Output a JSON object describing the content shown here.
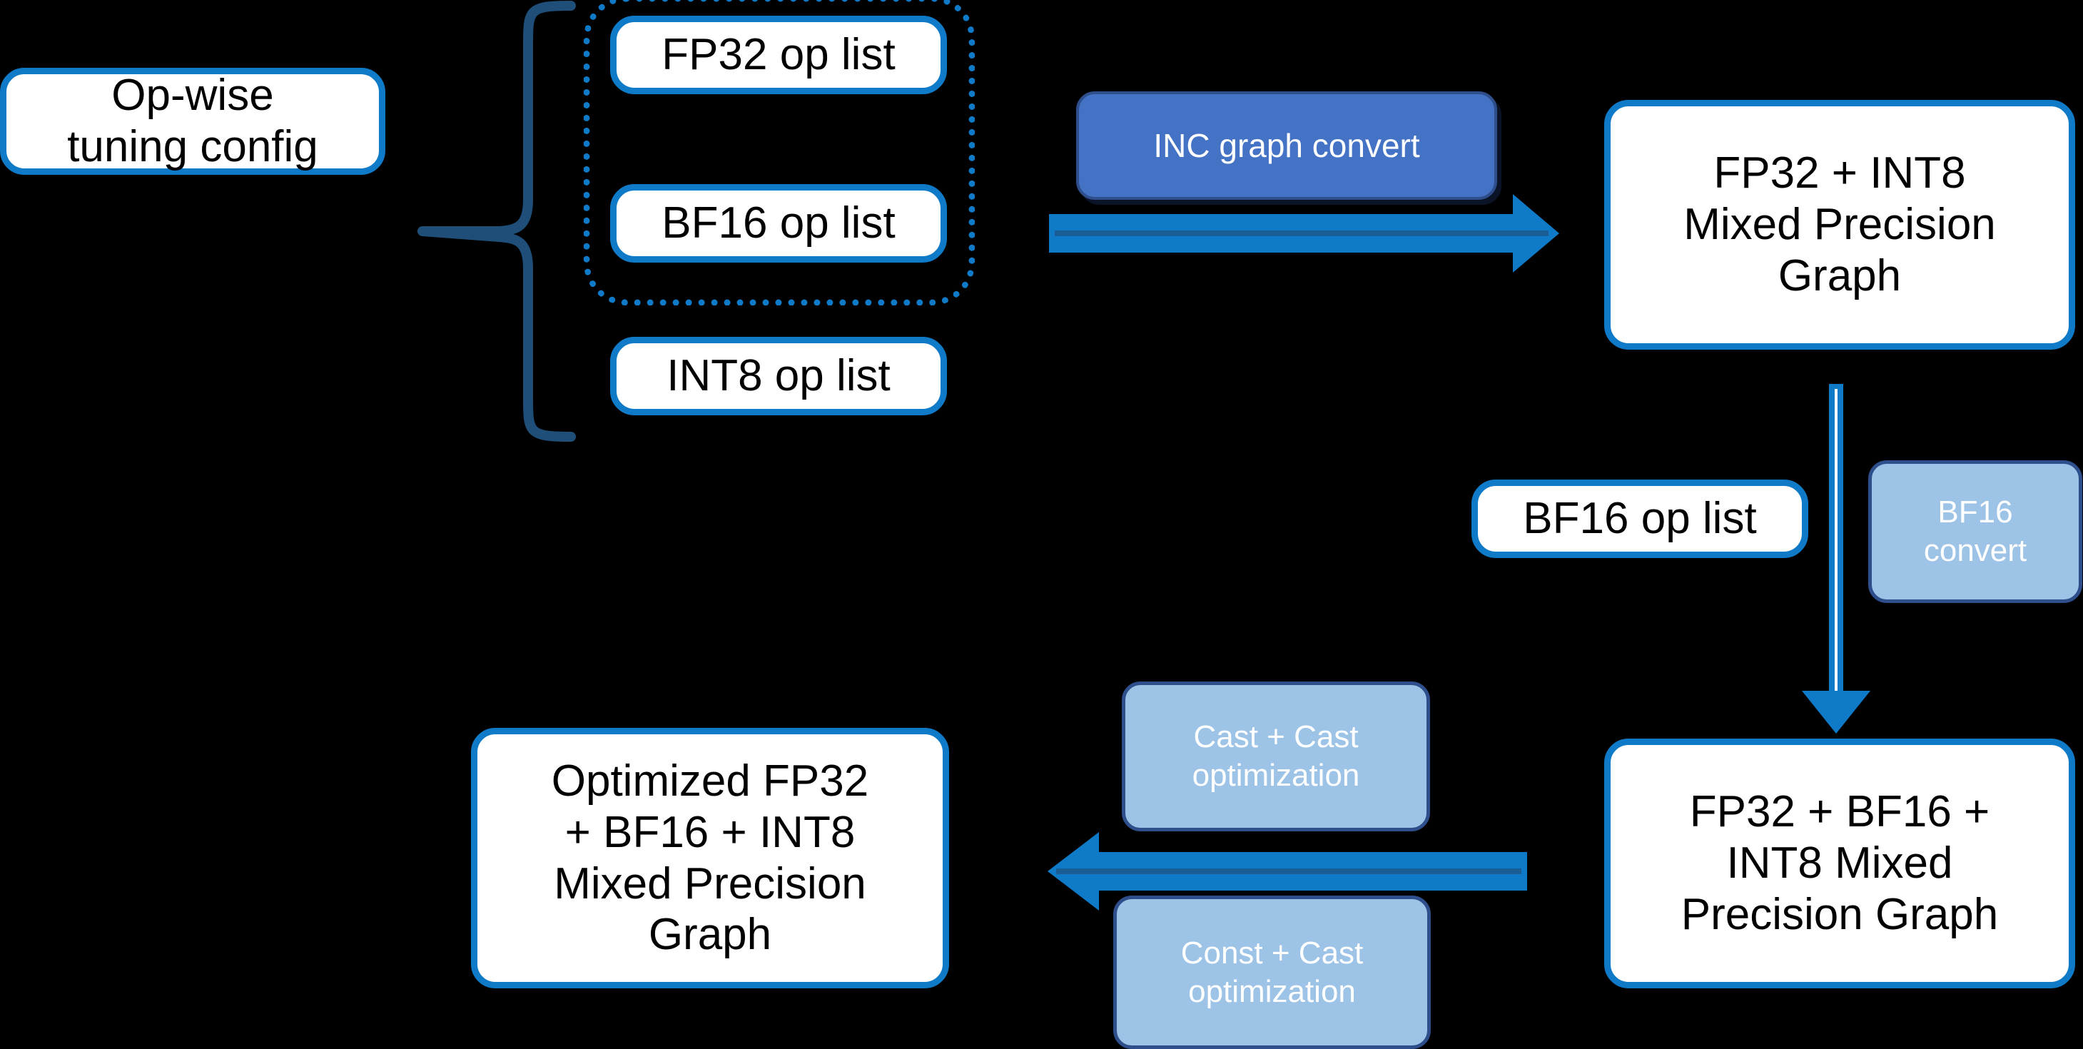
{
  "diagram": {
    "title": "INC mixed precision graph conversion flow",
    "colors": {
      "background": "#000000",
      "node_border": "#0F7AC7",
      "node_fill": "#FFFFFF",
      "chip_dark_fill": "#4472C4",
      "chip_light_fill": "#9DC3E6",
      "chip_border": "#2E4E8C",
      "arrow": "#0F7AC7",
      "brace": "#1F4E79",
      "text_on_node": "#000000",
      "text_on_chip": "#FFFFFF"
    },
    "nodes": {
      "op_wise_tuning_config": "Op-wise\ntuning config",
      "fp32_op_list": "FP32 op list",
      "bf16_op_list": "BF16 op list",
      "int8_op_list": "INT8 op list",
      "fp32_int8_graph": "FP32 + INT8\nMixed Precision\nGraph",
      "bf16_op_list_2": "BF16 op list",
      "fp32_bf16_int8_graph": "FP32 + BF16 +\nINT8 Mixed\nPrecision Graph",
      "optimized_graph": "Optimized FP32\n+ BF16 + INT8\nMixed Precision\nGraph"
    },
    "node_lines": {
      "op_wise_tuning_config": [
        "Op-wise",
        "tuning config"
      ],
      "fp32_op_list": [
        "FP32 op list"
      ],
      "bf16_op_list": [
        "BF16 op list"
      ],
      "int8_op_list": [
        "INT8 op list"
      ],
      "fp32_int8_graph": [
        "FP32 + INT8",
        "Mixed Precision",
        "Graph"
      ],
      "bf16_op_list_2": [
        "BF16 op list"
      ],
      "fp32_bf16_int8_graph": [
        "FP32 + BF16 +",
        "INT8 Mixed",
        "Precision Graph"
      ],
      "optimized_graph": [
        "Optimized FP32",
        "+ BF16 + INT8",
        "Mixed Precision",
        "Graph"
      ]
    },
    "chips": {
      "inc_graph_convert": "INC graph convert",
      "bf16_convert_line1": "BF16",
      "bf16_convert_line2": "convert",
      "cast_cast_line1": "Cast + Cast",
      "cast_cast_line2": "optimization",
      "const_cast_line1": "Const + Cast",
      "const_cast_line2": "optimization"
    },
    "connectors": [
      {
        "name": "brace-config-to-op-lists",
        "kind": "curly-brace",
        "direction": "left"
      },
      {
        "name": "arrow-oplists-to-fp32int8",
        "kind": "block-arrow",
        "direction": "right"
      },
      {
        "name": "arrow-fp32int8-to-fp32bf16int8",
        "kind": "line-arrow",
        "direction": "down"
      },
      {
        "name": "arrow-fp32bf16int8-to-optimized",
        "kind": "block-arrow",
        "direction": "left"
      }
    ]
  }
}
